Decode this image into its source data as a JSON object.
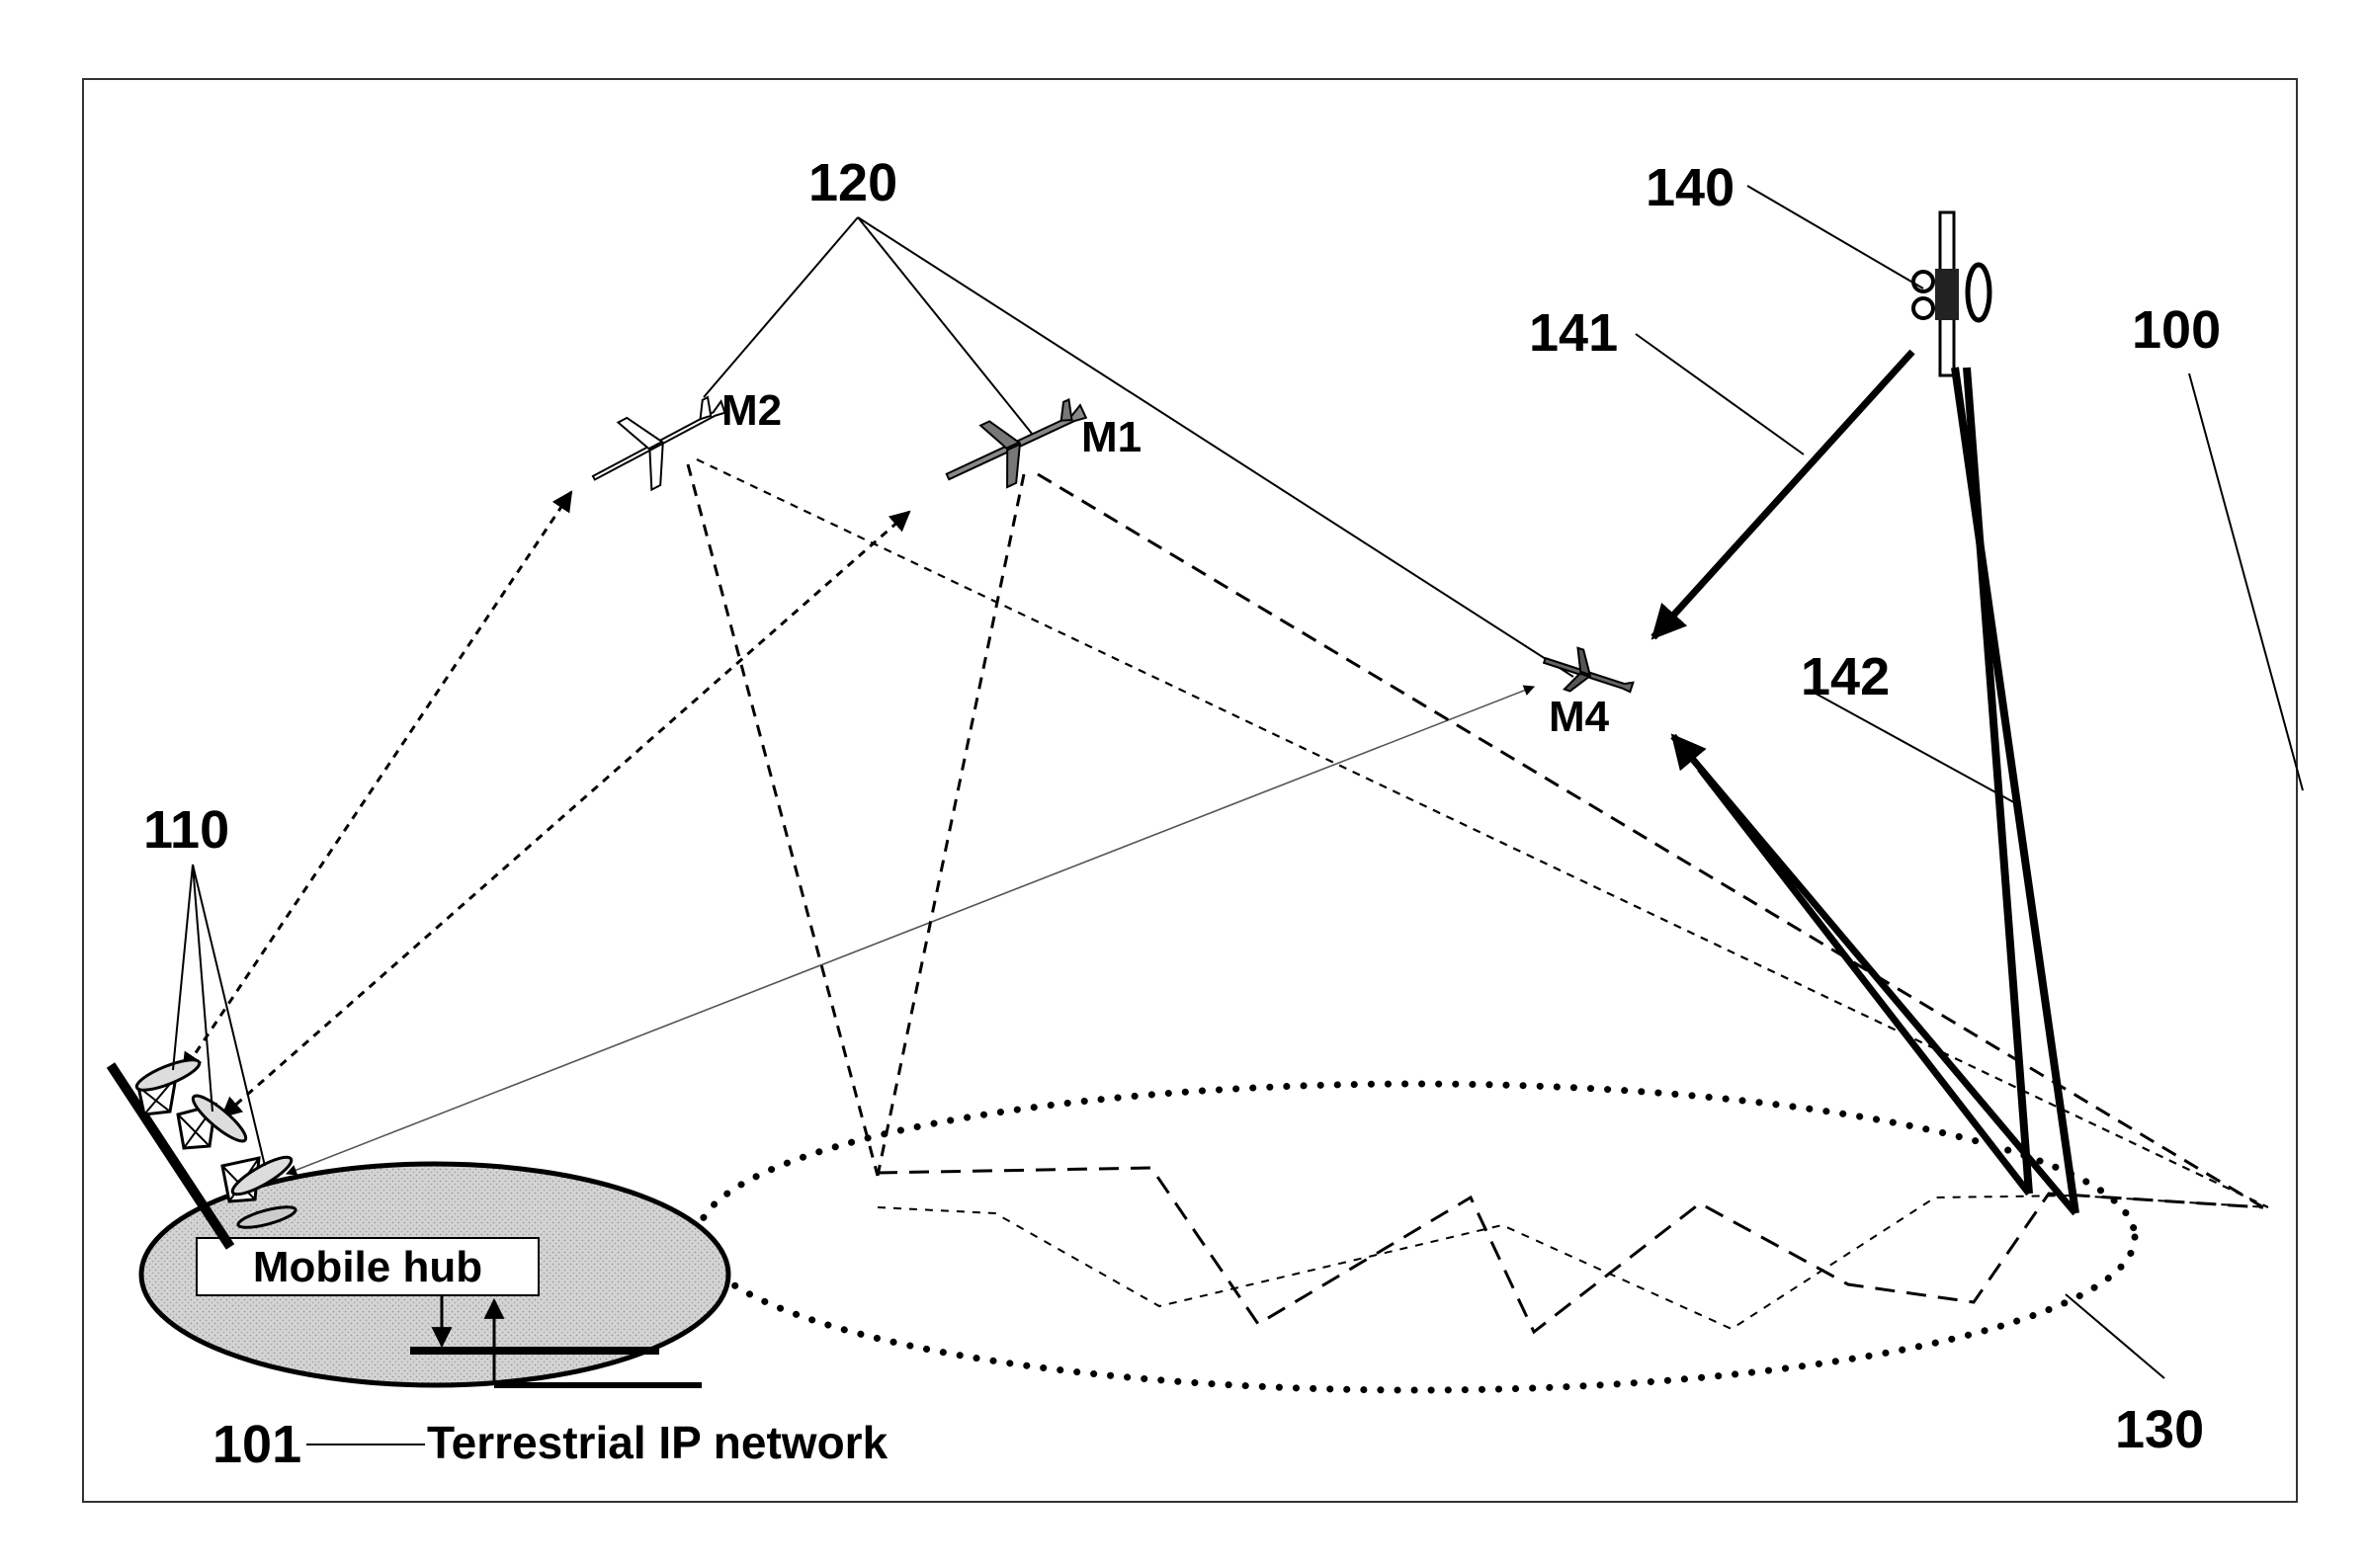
{
  "labels": {
    "system": "100",
    "terrestrial_network_ref": "101",
    "terrestrial_network_text": "Terrestrial IP network",
    "ground_antennas": "110",
    "drones_group": "120",
    "coverage_area": "130",
    "satellite": "140",
    "sat_downlink": "141",
    "sat_uplink": "142"
  },
  "drones": {
    "m1": "M1",
    "m2": "M2",
    "m4": "M4"
  },
  "hub": {
    "label": "Mobile hub"
  },
  "colors": {
    "line": "#000000",
    "hub_fill": "#cfcfcf",
    "background": "#ffffff"
  }
}
